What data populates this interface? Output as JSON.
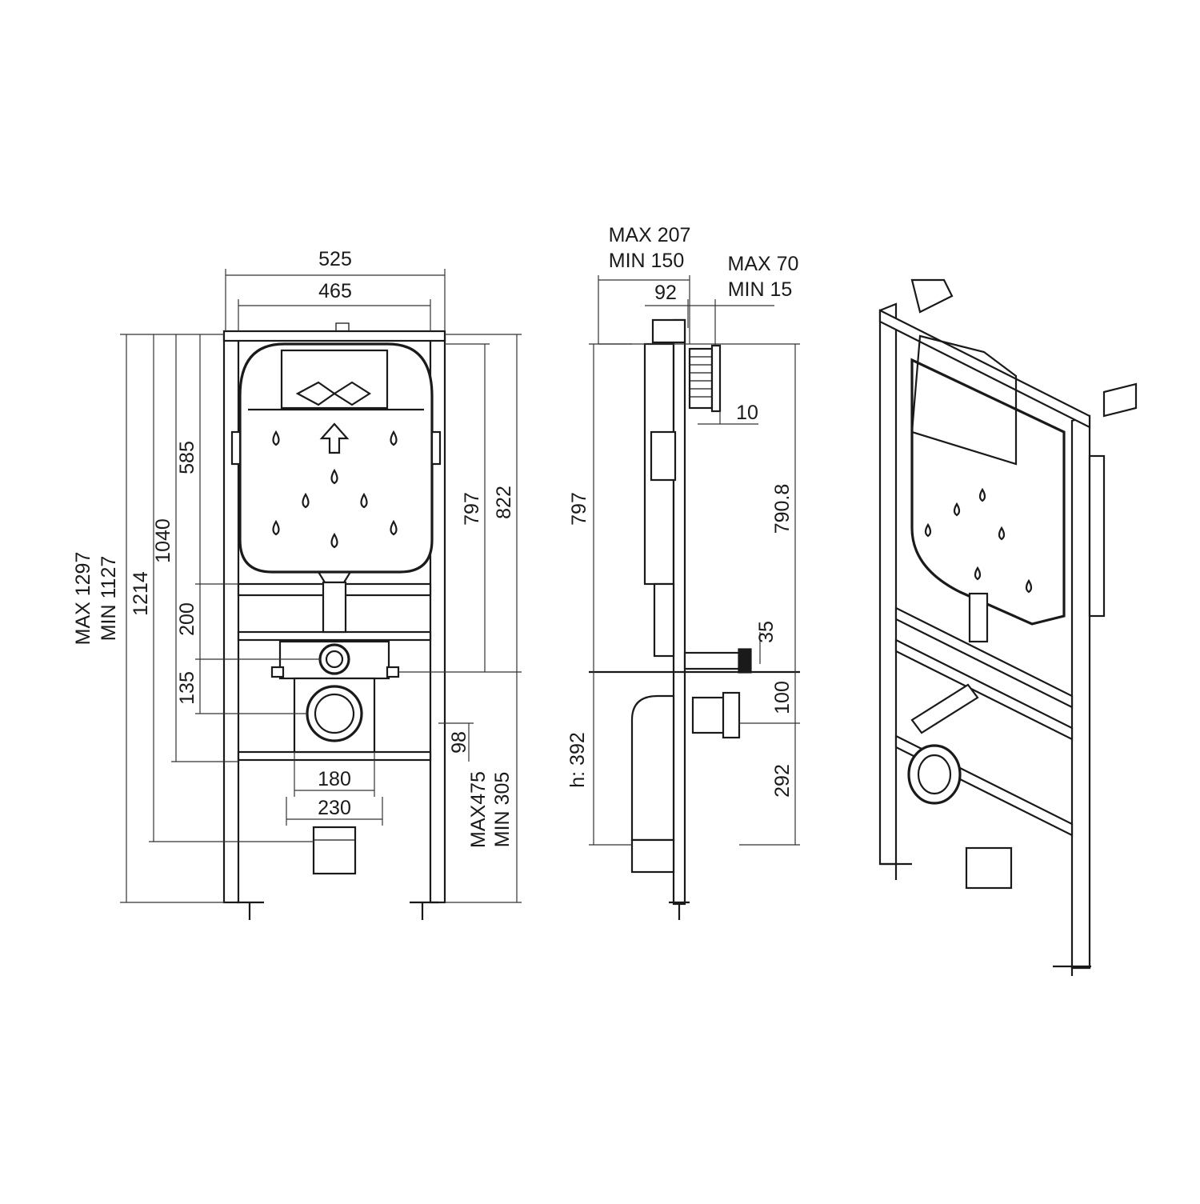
{
  "front": {
    "width_outer": "525",
    "width_inner": "465",
    "height_max": "MAX 1297",
    "height_min": "MIN 1127",
    "h1214": "1214",
    "h1040": "1040",
    "h585": "585",
    "h200": "200",
    "h135": "135",
    "h797": "797",
    "h822": "822",
    "h98": "98",
    "drain_max": "MAX475",
    "drain_min": "MIN 305",
    "w180": "180",
    "w230": "230"
  },
  "side": {
    "depth_max": "MAX 207",
    "depth_min": "MIN 150",
    "adj_max": "MAX 70",
    "adj_min": "MIN 15",
    "d92": "92",
    "d10": "10",
    "h797": "797",
    "h7908": "790.8",
    "d35": "35",
    "d100": "100",
    "h392": "h: 392",
    "h292": "292"
  }
}
